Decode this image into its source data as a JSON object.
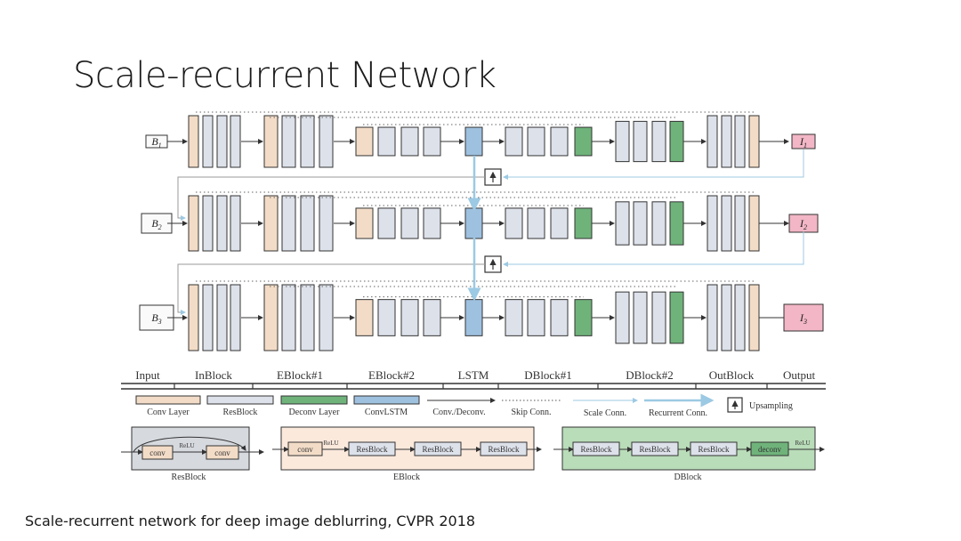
{
  "slide": {
    "title": "Scale-recurrent Network",
    "caption": "Scale-recurrent network for deep image deblurring, CVPR 2018"
  },
  "colors": {
    "conv": "#f3dcc7",
    "resblock": "#dde1ea",
    "deconv": "#6fb37b",
    "convlstm": "#9fc1e0",
    "output": "#f2b6c6",
    "stroke": "#333333",
    "scale_conn": "#9cc9e3",
    "eblock_bg": "#fbe9dc",
    "dblock_bg": "#b9dcb9",
    "resblock_bg": "#d6d9de"
  },
  "rows": [
    {
      "input_label": "B",
      "input_sub": "1",
      "output_label": "I",
      "output_sub": "1"
    },
    {
      "input_label": "B",
      "input_sub": "2",
      "output_label": "I",
      "output_sub": "2"
    },
    {
      "input_label": "B",
      "input_sub": "3",
      "output_label": "I",
      "output_sub": "3"
    }
  ],
  "stages": [
    "Input",
    "InBlock",
    "EBlock#1",
    "EBlock#2",
    "LSTM",
    "DBlock#1",
    "DBlock#2",
    "OutBlock",
    "Output"
  ],
  "legend": {
    "conv": "Conv Layer",
    "resblock": "ResBlock",
    "deconv": "Deconv Layer",
    "convlstm": "ConvLSTM",
    "conv_deconv": "Conv./Deconv.",
    "skip": "Skip Conn.",
    "scale": "Scale Conn.",
    "recurrent": "Recurrent Conn.",
    "upsampling": "Upsampling"
  },
  "details": {
    "relu": "ReLU",
    "conv": "conv",
    "resblock": "ResBlock",
    "deconv": "deconv",
    "resblock_caption": "ResBlock",
    "eblock_caption": "EBlock",
    "dblock_caption": "DBlock"
  }
}
